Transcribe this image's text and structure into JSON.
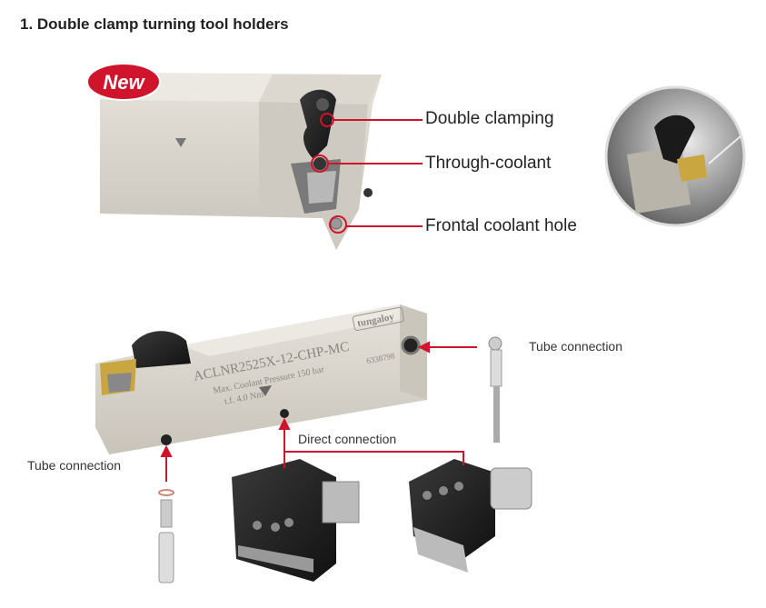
{
  "title": "1. Double clamp turning tool holders",
  "badge": "New",
  "top_labels": [
    "Double clamping",
    "Through-coolant",
    "Frontal coolant hole"
  ],
  "engraving": {
    "model": "ACLNR2525X-12-CHP-MC",
    "pressure": "Max. Coolant Pressure 150 bar",
    "torque": "t.f. 4.0  Nm",
    "brand": "tungaloy",
    "serial": "6338798"
  },
  "bottom_labels": {
    "tube_right": "Tube connection",
    "tube_left": "Tube connection",
    "direct": "Direct connection"
  },
  "colors": {
    "accent": "#d0142c",
    "steel": "#d8d4cc"
  }
}
